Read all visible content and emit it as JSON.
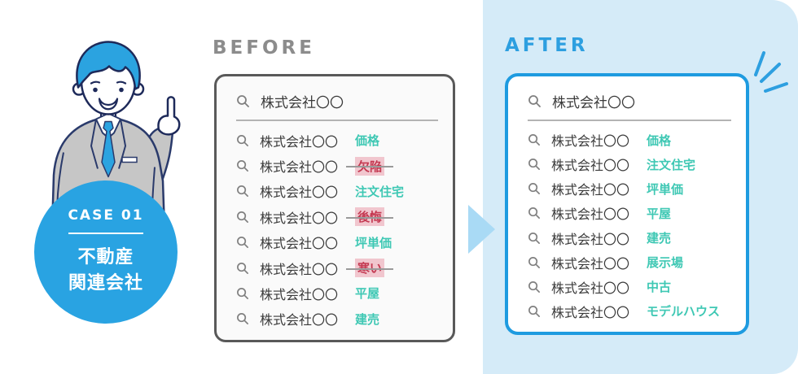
{
  "case_badge": {
    "label": "CASE 01",
    "industry_line1": "不動産",
    "industry_line2": "関連会社"
  },
  "before": {
    "label": "BEFORE",
    "search": {
      "query": "株式会社〇〇"
    },
    "suggestions": [
      {
        "base": "株式会社〇〇",
        "keyword": "価格",
        "status": "positive"
      },
      {
        "base": "株式会社〇〇",
        "keyword": "欠陥",
        "status": "negative"
      },
      {
        "base": "株式会社〇〇",
        "keyword": "注文住宅",
        "status": "positive"
      },
      {
        "base": "株式会社〇〇",
        "keyword": "後悔",
        "status": "negative"
      },
      {
        "base": "株式会社〇〇",
        "keyword": "坪単価",
        "status": "positive"
      },
      {
        "base": "株式会社〇〇",
        "keyword": "寒い",
        "status": "negative"
      },
      {
        "base": "株式会社〇〇",
        "keyword": "平屋",
        "status": "positive"
      },
      {
        "base": "株式会社〇〇",
        "keyword": "建売",
        "status": "positive"
      }
    ]
  },
  "after": {
    "label": "AFTER",
    "search": {
      "query": "株式会社〇〇"
    },
    "suggestions": [
      {
        "base": "株式会社〇〇",
        "keyword": "価格",
        "status": "positive"
      },
      {
        "base": "株式会社〇〇",
        "keyword": "注文住宅",
        "status": "positive"
      },
      {
        "base": "株式会社〇〇",
        "keyword": "坪単価",
        "status": "positive"
      },
      {
        "base": "株式会社〇〇",
        "keyword": "平屋",
        "status": "positive"
      },
      {
        "base": "株式会社〇〇",
        "keyword": "建売",
        "status": "positive"
      },
      {
        "base": "株式会社〇〇",
        "keyword": "展示場",
        "status": "positive"
      },
      {
        "base": "株式会社〇〇",
        "keyword": "中古",
        "status": "positive"
      },
      {
        "base": "株式会社〇〇",
        "keyword": "モデルハウス",
        "status": "positive"
      }
    ]
  },
  "colors": {
    "accent_blue": "#29a3e2",
    "after_border_blue": "#1e9be0",
    "panel_light_blue": "#d5ebf8",
    "positive_keyword_teal": "#3fc8b4",
    "negative_keyword_red": "#c43a52",
    "negative_highlight_pink": "#f1c6ce",
    "before_gray": "#8c8c8c"
  }
}
